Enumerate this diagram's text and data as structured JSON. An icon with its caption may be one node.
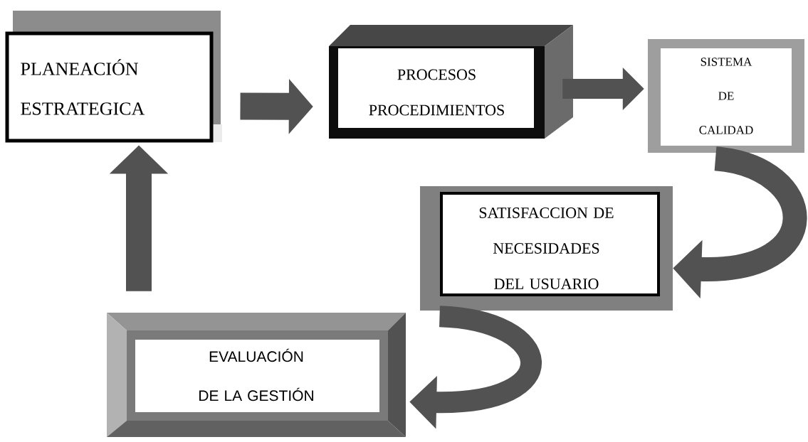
{
  "diagram": {
    "nodes": [
      {
        "text": [
          "PLANEACIÓN ESTRATEGICA"
        ]
      },
      {
        "text": [
          "PROCESOS PROCEDIMIENTOS"
        ]
      },
      {
        "text": [
          "SISTEMA DE CALIDAD"
        ]
      },
      {
        "text": [
          "SATISFACCION DE NECESIDADES DEL USUARIO"
        ]
      },
      {
        "text": [
          "EVALUACIÓN DE LA GESTIÓN"
        ]
      }
    ],
    "edges": [
      {
        "from": 0,
        "to": 1,
        "arrow": "to"
      },
      {
        "from": 1,
        "to": 2,
        "arrow": "to"
      },
      {
        "from": 2,
        "to": 3,
        "arrow": "to"
      },
      {
        "from": 3,
        "to": 4,
        "arrow": "to"
      },
      {
        "from": 4,
        "to": 0,
        "arrow": "to"
      }
    ]
  }
}
